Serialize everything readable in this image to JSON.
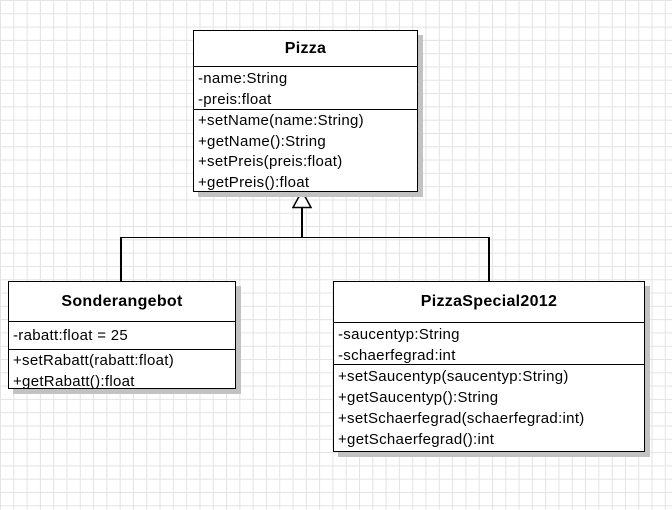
{
  "diagram": {
    "type": "uml-class-diagram",
    "classes": [
      {
        "name": "Pizza",
        "attributes": [
          "-name:String",
          "-preis:float"
        ],
        "methods": [
          "+setName(name:String)",
          "+getName():String",
          "+setPreis(preis:float)",
          "+getPreis():float"
        ]
      },
      {
        "name": "Sonderangebot",
        "attributes": [
          "-rabatt:float = 25"
        ],
        "methods": [
          "+setRabatt(rabatt:float)",
          "+getRabatt():float"
        ]
      },
      {
        "name": "PizzaSpecial2012",
        "attributes": [
          "-saucentyp:String",
          "-schaerfegrad:int"
        ],
        "methods": [
          "+setSaucentyp(saucentyp:String)",
          "+getSaucentyp():String",
          "+setSchaerfegrad(schaerfegrad:int)",
          "+getSchaerfegrad():int"
        ]
      }
    ],
    "relationships": [
      {
        "type": "inheritance",
        "from": "Sonderangebot",
        "to": "Pizza"
      },
      {
        "type": "inheritance",
        "from": "PizzaSpecial2012",
        "to": "Pizza"
      }
    ],
    "colors": {
      "background": "#ffffff",
      "grid_line": "#e3e3e3",
      "box_fill": "#ffffff",
      "border": "#000000",
      "text": "#000000",
      "shadow": "#c2c2c2"
    }
  }
}
